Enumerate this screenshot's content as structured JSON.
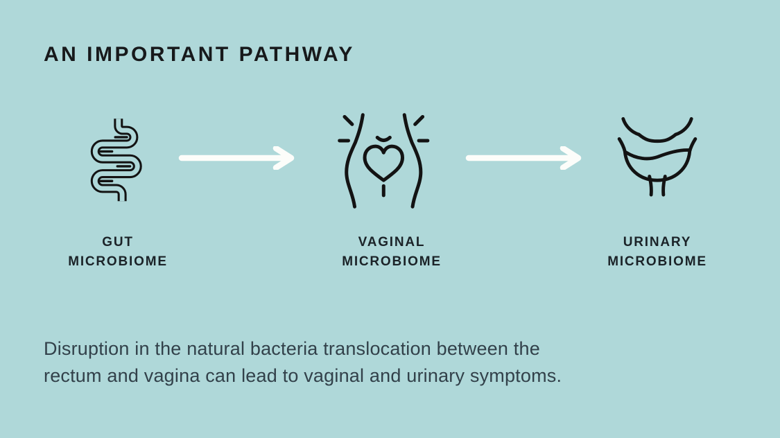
{
  "theme": {
    "background": "#afd8d9",
    "ink": "#131313",
    "title_color": "#17191b",
    "label_color": "#1b2328",
    "caption_color": "#32414a",
    "arrow_color": "#fcfdfa"
  },
  "header": {
    "title": "AN IMPORTANT PATHWAY"
  },
  "pathway": {
    "nodes": [
      {
        "label": "GUT\nMICROBIOME",
        "icon": "intestines-icon"
      },
      {
        "label": "VAGINAL\nMICROBIOME",
        "icon": "female-pelvis-heart-icon"
      },
      {
        "label": "URINARY\nMICROBIOME",
        "icon": "bladder-icon"
      }
    ],
    "connector_icon": "arrow-right-icon"
  },
  "caption": {
    "text": "Disruption in the natural bacteria translocation between the\nrectum and vagina can lead to vaginal and urinary symptoms."
  }
}
